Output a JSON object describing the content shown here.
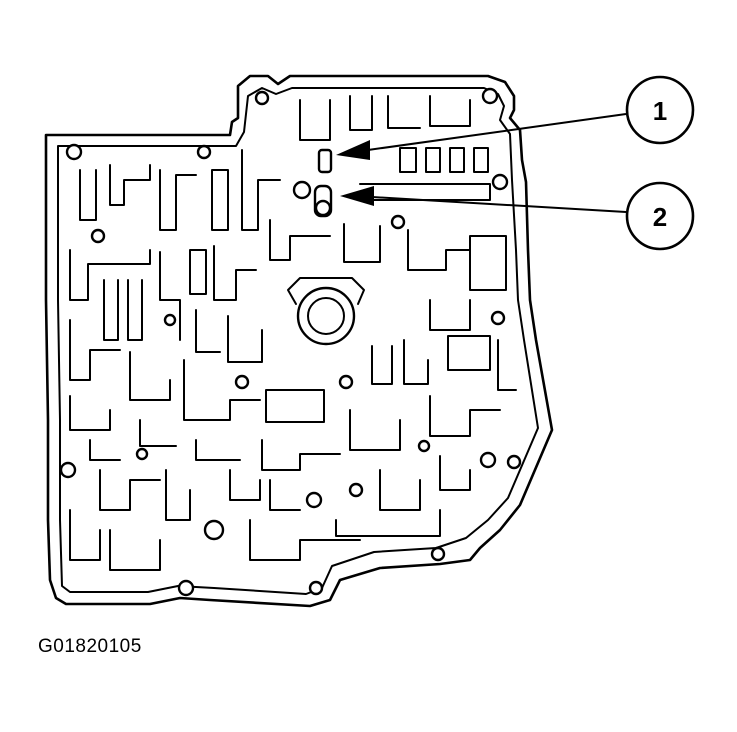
{
  "figure_id": "G01820105",
  "callouts": [
    {
      "number": "1"
    },
    {
      "number": "2"
    }
  ],
  "colors": {
    "line": "#000000",
    "background": "#ffffff"
  }
}
